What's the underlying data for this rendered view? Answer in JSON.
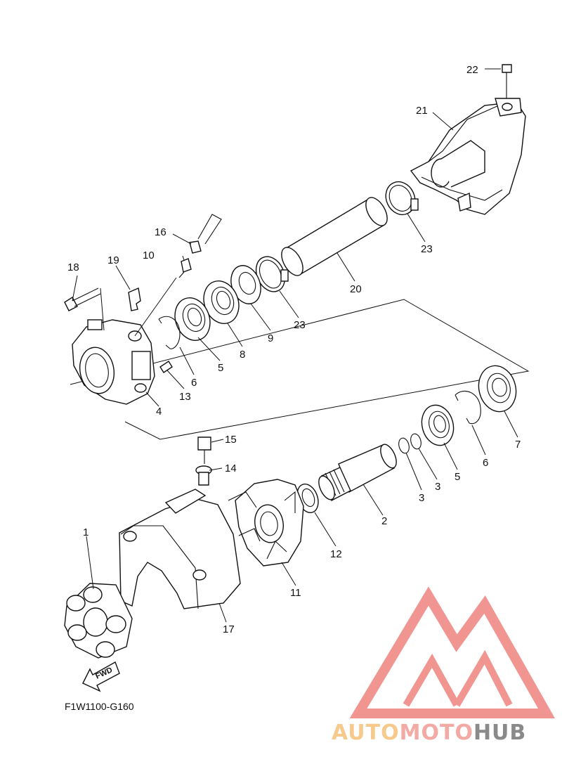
{
  "diagram_code": "F1W1100-G160",
  "fwd_label": "FWD",
  "watermark": {
    "part1": "AUTO",
    "part2": "MOTO",
    "part3": "HUB",
    "color_part1": "#f6c98c",
    "color_part2": "#f3a9a4",
    "color_part3": "#8a8a8a",
    "logo_color": "#f08a86"
  },
  "callouts": {
    "c1": "1",
    "c2": "2",
    "c3a": "3",
    "c3b": "3",
    "c4": "4",
    "c5a": "5",
    "c5b": "5",
    "c6a": "6",
    "c6b": "6",
    "c7": "7",
    "c8": "8",
    "c9": "9",
    "c10": "10",
    "c11": "11",
    "c12": "12",
    "c13": "13",
    "c14": "14",
    "c15": "15",
    "c16": "16",
    "c17": "17",
    "c18": "18",
    "c19": "19",
    "c20": "20",
    "c21": "21",
    "c22": "22",
    "c23a": "23",
    "c23b": "23"
  }
}
